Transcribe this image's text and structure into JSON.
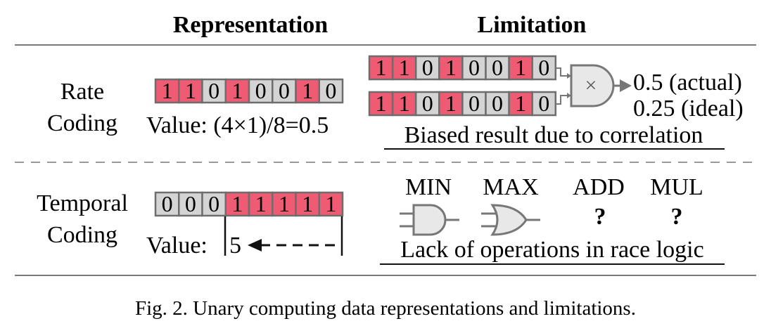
{
  "headers": {
    "representation": "Representation",
    "limitation": "Limitation"
  },
  "rate_coding": {
    "label_line1": "Rate",
    "label_line2": "Coding",
    "bits": [
      "1",
      "1",
      "0",
      "1",
      "0",
      "0",
      "1",
      "0"
    ],
    "value_text": "Value: (4×1)/8=0.5",
    "input_a_bits": [
      "1",
      "1",
      "0",
      "1",
      "0",
      "0",
      "1",
      "0"
    ],
    "input_b_bits": [
      "1",
      "1",
      "0",
      "1",
      "0",
      "0",
      "1",
      "0"
    ],
    "gate_symbol": "×",
    "result_actual": "0.5 (actual)",
    "result_ideal": "0.25 (ideal)",
    "limitation_text": "Biased result due to correlation"
  },
  "temporal_coding": {
    "label_line1": "Temporal",
    "label_line2": "Coding",
    "bits": [
      "0",
      "0",
      "0",
      "1",
      "1",
      "1",
      "1",
      "1"
    ],
    "value_prefix": "Value:",
    "value_number": "5",
    "ops": [
      {
        "name": "MIN",
        "symbol": ""
      },
      {
        "name": "MAX",
        "symbol": ""
      },
      {
        "name": "ADD",
        "symbol": "?"
      },
      {
        "name": "MUL",
        "symbol": "?"
      }
    ],
    "limitation_text": "Lack of operations in race logic"
  },
  "caption": "Fig. 2.  Unary computing data representations and limitations.",
  "colors": {
    "one_fill": "#ef5b73",
    "zero_fill": "#d4d4d4",
    "border": "#6d6d6d",
    "gate_fill": "#e8e8e8"
  }
}
